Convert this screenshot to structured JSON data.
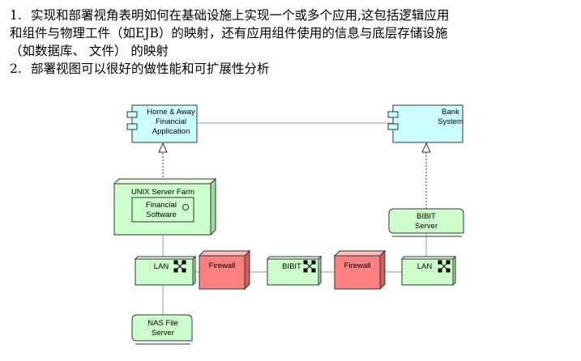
{
  "description": {
    "item1_number": "1.",
    "item1_line1": "实现和部署视角表明如何在基础设施上实现一个或多个应用,这包括逻辑应用",
    "item1_line2": "和组件与物理工件（如EJB）的映射，还有应用组件使用的信息与底层存储设施",
    "item1_line3": "（如数据库、 文件） 的映射",
    "item2_number": "2.",
    "item2_text": "部署视图可以很好的做性能和可扩展性分析"
  },
  "diagram": {
    "home_away_app": [
      "Home & Away",
      "Financial",
      "Application"
    ],
    "bank_system": [
      "Bank",
      "System"
    ],
    "unix_farm": "UNIX Server Farm",
    "financial_software": [
      "Financial",
      "Software"
    ],
    "bibit_server": [
      "BIBIT",
      "Server"
    ],
    "lan_left": "LAN",
    "firewall_left": "Firewall",
    "bibit_node": "BIBIT",
    "firewall_right": "Firewall",
    "lan_right": "LAN",
    "nas_server": [
      "NAS File",
      "Server"
    ],
    "colors": {
      "application": "#ccffff",
      "node": "#ccffcc",
      "firewall": "#ff8080",
      "border": "#333333",
      "line": "#999999"
    }
  }
}
